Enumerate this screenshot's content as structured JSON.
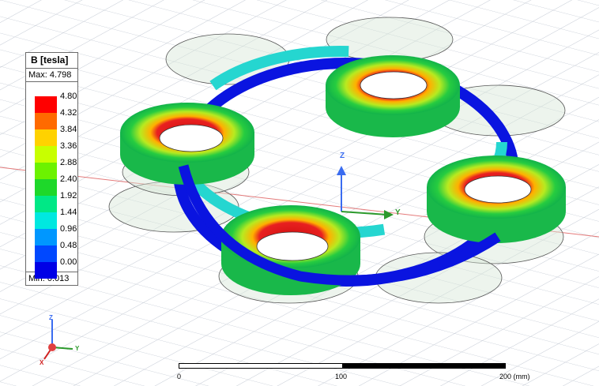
{
  "legend": {
    "title": "B [tesla]",
    "max_label": "Max: 4.798",
    "min_label": "Min: 0.013",
    "entries": [
      {
        "value": "4.80",
        "color": "#ff0000"
      },
      {
        "value": "4.32",
        "color": "#ff6a00"
      },
      {
        "value": "3.84",
        "color": "#ffd200"
      },
      {
        "value": "3.36",
        "color": "#c8ff00"
      },
      {
        "value": "2.88",
        "color": "#6cf200"
      },
      {
        "value": "2.40",
        "color": "#1ed82a"
      },
      {
        "value": "1.92",
        "color": "#00e886"
      },
      {
        "value": "1.44",
        "color": "#00e8e0"
      },
      {
        "value": "0.96",
        "color": "#0097ff"
      },
      {
        "value": "0.48",
        "color": "#0048ff"
      },
      {
        "value": "0.00",
        "color": "#0000e6"
      }
    ]
  },
  "scale_bar": {
    "label_start": "0",
    "label_mid": "100",
    "label_end": "200 (mm)"
  },
  "axes": {
    "x": "X",
    "y": "Y",
    "z": "Z"
  },
  "colors": {
    "field_high": "#e02020",
    "field_mid": "#28d23c",
    "field_low": "#0a14e0",
    "coil_transparent": "#dde8dd"
  }
}
